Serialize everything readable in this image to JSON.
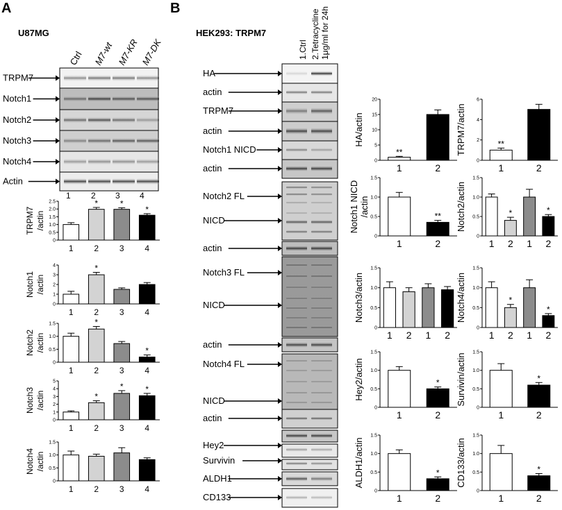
{
  "panel_a": {
    "letter": "A",
    "cell_line": "U87MG",
    "lane_headers": [
      "Ctrl",
      "M7-wt",
      "M7-KR",
      "M7-DK"
    ],
    "blot_labels": [
      "TRPM7",
      "Notch1",
      "Notch2",
      "Notch3",
      "Notch4",
      "Actin"
    ],
    "lane_numbers": [
      "1",
      "2",
      "3",
      "4"
    ]
  },
  "panel_b": {
    "letter": "B",
    "title": "HEK293: TRPM7",
    "lane_headers": [
      "1.Ctrl",
      "2.Tetracycline",
      "1μg/ml for 24h"
    ],
    "blot_labels": [
      "HA",
      "actin",
      "TRPM7",
      "actin",
      "Notch1 NICD",
      "actin",
      "Notch2 FL",
      "NICD",
      "actin",
      "Notch3 FL",
      "NICD",
      "actin",
      "Notch4 FL",
      "NICD",
      "actin",
      "Hey2",
      "Survivin",
      "ALDH1",
      "CD133"
    ]
  },
  "colors": {
    "white": "#ffffff",
    "light_gray": "#d3d3d3",
    "dark_gray": "#8c8c8c",
    "black": "#000000"
  },
  "chart_data": [
    {
      "id": "a-trpm7",
      "type": "bar",
      "ylabel": "TRPM7\n/actin",
      "ylim": [
        0,
        2.5
      ],
      "ticks": [
        "0",
        "0.5",
        "1.0",
        "1.5",
        "2.0",
        "2.5"
      ],
      "categories": [
        "1",
        "2",
        "3",
        "4"
      ],
      "values": [
        1.0,
        1.98,
        1.98,
        1.6
      ],
      "errors": [
        0.12,
        0.12,
        0.1,
        0.1
      ],
      "stars": [
        "",
        "*",
        "*",
        "*"
      ]
    },
    {
      "id": "a-notch1",
      "type": "bar",
      "ylabel": "Notch1\n/actin",
      "ylim": [
        0,
        4
      ],
      "ticks": [
        "0",
        "1",
        "2",
        "3",
        "4"
      ],
      "categories": [
        "1",
        "2",
        "3",
        "4"
      ],
      "values": [
        1.0,
        3.0,
        1.5,
        2.0
      ],
      "errors": [
        0.3,
        0.25,
        0.15,
        0.2
      ],
      "stars": [
        "",
        "*",
        "",
        ""
      ]
    },
    {
      "id": "a-notch2",
      "type": "bar",
      "ylabel": "Notch2\n/actin",
      "ylim": [
        0,
        1.5
      ],
      "ticks": [
        "0",
        "0.5",
        "1.0",
        "1.5"
      ],
      "categories": [
        "1",
        "2",
        "3",
        "4"
      ],
      "values": [
        1.0,
        1.28,
        0.72,
        0.2
      ],
      "errors": [
        0.12,
        0.1,
        0.08,
        0.08
      ],
      "stars": [
        "",
        "*",
        "",
        "*"
      ]
    },
    {
      "id": "a-notch3",
      "type": "bar",
      "ylabel": "Notch3\n/actin",
      "ylim": [
        0,
        5
      ],
      "ticks": [
        "0",
        "1",
        "2",
        "3",
        "4",
        "5"
      ],
      "categories": [
        "1",
        "2",
        "3",
        "4"
      ],
      "values": [
        1.0,
        2.2,
        3.4,
        3.1
      ],
      "errors": [
        0.15,
        0.25,
        0.35,
        0.3
      ],
      "stars": [
        "",
        "*",
        "*",
        "*"
      ]
    },
    {
      "id": "a-notch4",
      "type": "bar",
      "ylabel": "Notch4\n/actin",
      "ylim": [
        0,
        1.5
      ],
      "ticks": [
        "0",
        "0.5",
        "1.0",
        "1.5"
      ],
      "categories": [
        "1",
        "2",
        "3",
        "4"
      ],
      "values": [
        1.0,
        0.95,
        1.08,
        0.82
      ],
      "errors": [
        0.15,
        0.08,
        0.2,
        0.07
      ],
      "stars": [
        "",
        "",
        "",
        ""
      ]
    },
    {
      "id": "b-ha",
      "type": "bar",
      "ylabel": "HA/actin",
      "ylim": [
        0,
        20
      ],
      "ticks": [
        "0",
        "5",
        "10",
        "15",
        "20"
      ],
      "categories": [
        "1",
        "2"
      ],
      "values": [
        1.0,
        15.0
      ],
      "errors": [
        0.3,
        1.5
      ],
      "stars": [
        "**",
        ""
      ]
    },
    {
      "id": "b-trpm7",
      "type": "bar",
      "ylabel": "TRPM7/actin",
      "ylim": [
        0,
        6
      ],
      "ticks": [
        "0",
        "2",
        "4",
        "6"
      ],
      "categories": [
        "1",
        "2"
      ],
      "values": [
        1.0,
        5.0
      ],
      "errors": [
        0.2,
        0.5
      ],
      "stars": [
        "**",
        ""
      ]
    },
    {
      "id": "b-notch1",
      "type": "bar",
      "ylabel": "Notch1 NICD\n/actin",
      "ylim": [
        0,
        1.5
      ],
      "ticks": [
        "0",
        "0.5",
        "1.0",
        "1.5"
      ],
      "categories": [
        "1",
        "2"
      ],
      "values": [
        1.0,
        0.35
      ],
      "errors": [
        0.12,
        0.05
      ],
      "stars": [
        "",
        "**"
      ]
    },
    {
      "id": "b-notch2",
      "type": "bar",
      "ylabel": "Notch2/actin",
      "ylim": [
        0,
        1.5
      ],
      "ticks": [
        "0",
        "0.5",
        "1.0",
        "1.5"
      ],
      "categories": [
        "1",
        "2",
        "1",
        "2"
      ],
      "values": [
        1.0,
        0.4,
        1.0,
        0.5
      ],
      "errors": [
        0.08,
        0.08,
        0.2,
        0.05
      ],
      "stars": [
        "",
        "*",
        "",
        "*"
      ]
    },
    {
      "id": "b-notch3",
      "type": "bar",
      "ylabel": "Notch3/actin",
      "ylim": [
        0,
        1.5
      ],
      "ticks": [
        "0",
        "0.5",
        "1.0",
        "1.5"
      ],
      "categories": [
        "1",
        "2",
        "1",
        "2"
      ],
      "values": [
        1.0,
        0.9,
        1.0,
        0.95
      ],
      "errors": [
        0.15,
        0.1,
        0.1,
        0.08
      ],
      "stars": [
        "",
        "",
        "",
        ""
      ]
    },
    {
      "id": "b-notch4",
      "type": "bar",
      "ylabel": "Notch4/actin",
      "ylim": [
        0,
        1.5
      ],
      "ticks": [
        "0",
        "0.5",
        "1.0",
        "1.5"
      ],
      "categories": [
        "1",
        "2",
        "1",
        "2"
      ],
      "values": [
        1.0,
        0.5,
        1.0,
        0.3
      ],
      "errors": [
        0.15,
        0.08,
        0.2,
        0.05
      ],
      "stars": [
        "",
        "*",
        "",
        "*"
      ]
    },
    {
      "id": "b-hey2",
      "type": "bar",
      "ylabel": "Hey2/actin",
      "ylim": [
        0,
        1.5
      ],
      "ticks": [
        "0",
        "0.5",
        "1.0",
        "1.5"
      ],
      "categories": [
        "1",
        "2"
      ],
      "values": [
        1.0,
        0.5
      ],
      "errors": [
        0.1,
        0.05
      ],
      "stars": [
        "",
        "*"
      ]
    },
    {
      "id": "b-survivin",
      "type": "bar",
      "ylabel": "Survivin/actin",
      "ylim": [
        0,
        1.5
      ],
      "ticks": [
        "0",
        "0.5",
        "1.0",
        "1.5"
      ],
      "categories": [
        "1",
        "2"
      ],
      "values": [
        1.0,
        0.6
      ],
      "errors": [
        0.18,
        0.07
      ],
      "stars": [
        "",
        "*"
      ]
    },
    {
      "id": "b-aldh1",
      "type": "bar",
      "ylabel": "ALDH1/actin",
      "ylim": [
        0,
        1.5
      ],
      "ticks": [
        "0",
        "0.5",
        "1.0",
        "1.5"
      ],
      "categories": [
        "1",
        "2"
      ],
      "values": [
        1.0,
        0.32
      ],
      "errors": [
        0.1,
        0.05
      ],
      "stars": [
        "",
        "*"
      ]
    },
    {
      "id": "b-cd133",
      "type": "bar",
      "ylabel": "CD133/actin",
      "ylim": [
        0,
        1.5
      ],
      "ticks": [
        "0",
        "0.5",
        "1.0",
        "1.5"
      ],
      "categories": [
        "1",
        "2"
      ],
      "values": [
        1.0,
        0.4
      ],
      "errors": [
        0.22,
        0.06
      ],
      "stars": [
        "",
        "*"
      ]
    }
  ]
}
